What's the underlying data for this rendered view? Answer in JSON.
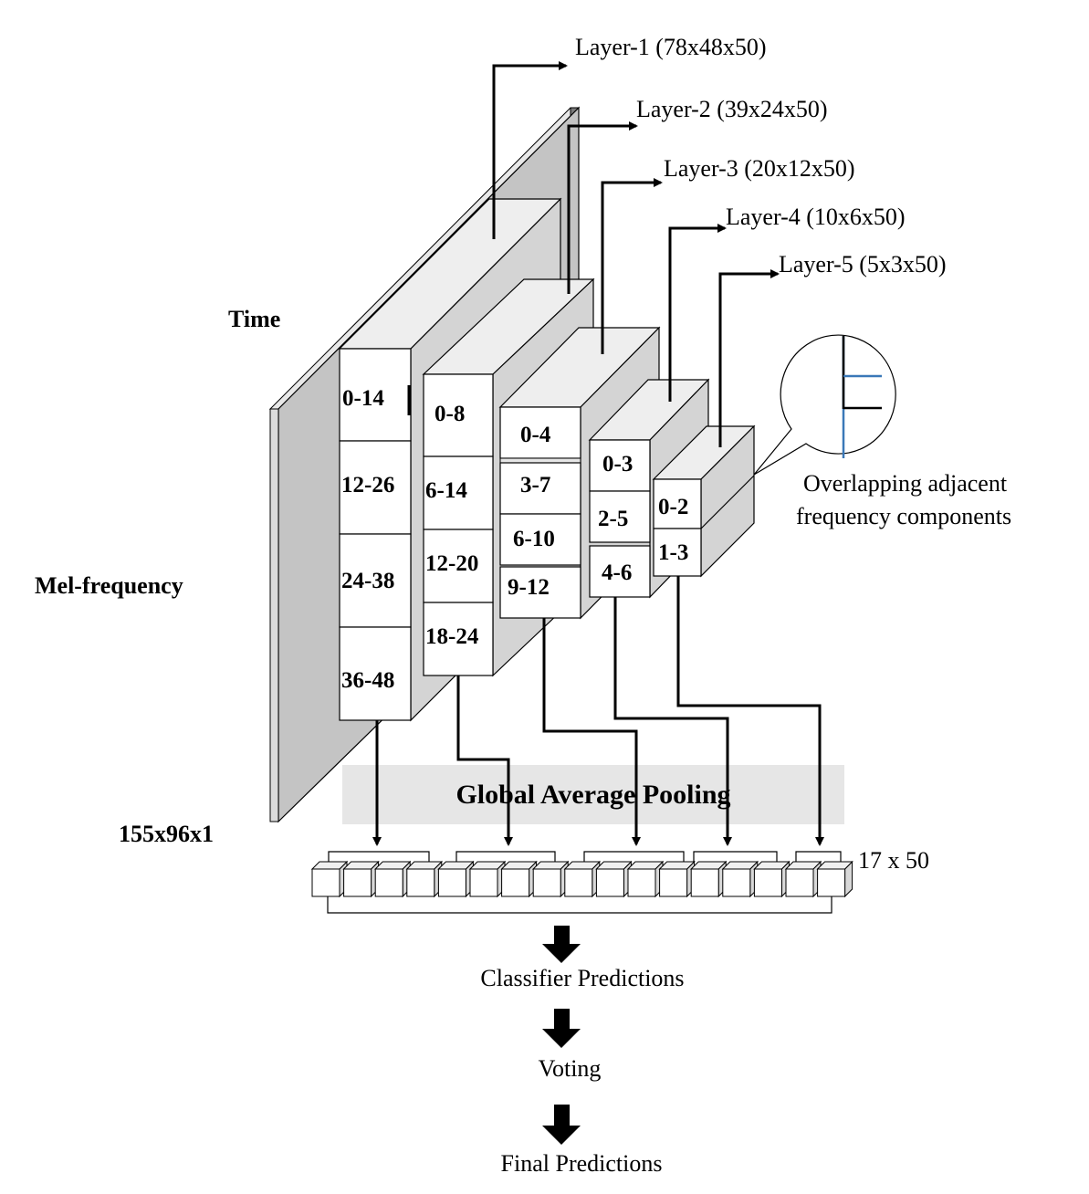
{
  "input": {
    "time_label": "Time",
    "freq_label": "Mel-frequency",
    "size_label": "155x96x1"
  },
  "layers": [
    {
      "label": "Layer-1 (78x48x50)",
      "bands": [
        "0-14",
        "12-26",
        "24-38",
        "36-48"
      ]
    },
    {
      "label": "Layer-2 (39x24x50)",
      "bands": [
        "0-8",
        "6-14",
        "12-20",
        "18-24"
      ]
    },
    {
      "label": "Layer-3 (20x12x50)",
      "bands": [
        "0-4",
        "3-7",
        "6-10",
        "9-12"
      ]
    },
    {
      "label": "Layer-4 (10x6x50)",
      "bands": [
        "0-3",
        "2-5",
        "4-6"
      ]
    },
    {
      "label": "Layer-5 (5x3x50)",
      "bands": [
        "0-2",
        "1-3"
      ]
    }
  ],
  "callout": {
    "line1": "Overlapping adjacent",
    "line2": "frequency components"
  },
  "pooling": {
    "label": "Global Average Pooling",
    "vector_label": "17 x 50",
    "vector_count": 17
  },
  "pipeline": [
    "Classifier Predictions",
    "Voting",
    "Final Predictions"
  ],
  "colors": {
    "panel_face": "#c4c4c4",
    "panel_dark": "#9a9a9a",
    "block_side": "#d4d4d4",
    "gap_band": "#e6e6e6",
    "callout_blue": "#3a78b8"
  }
}
